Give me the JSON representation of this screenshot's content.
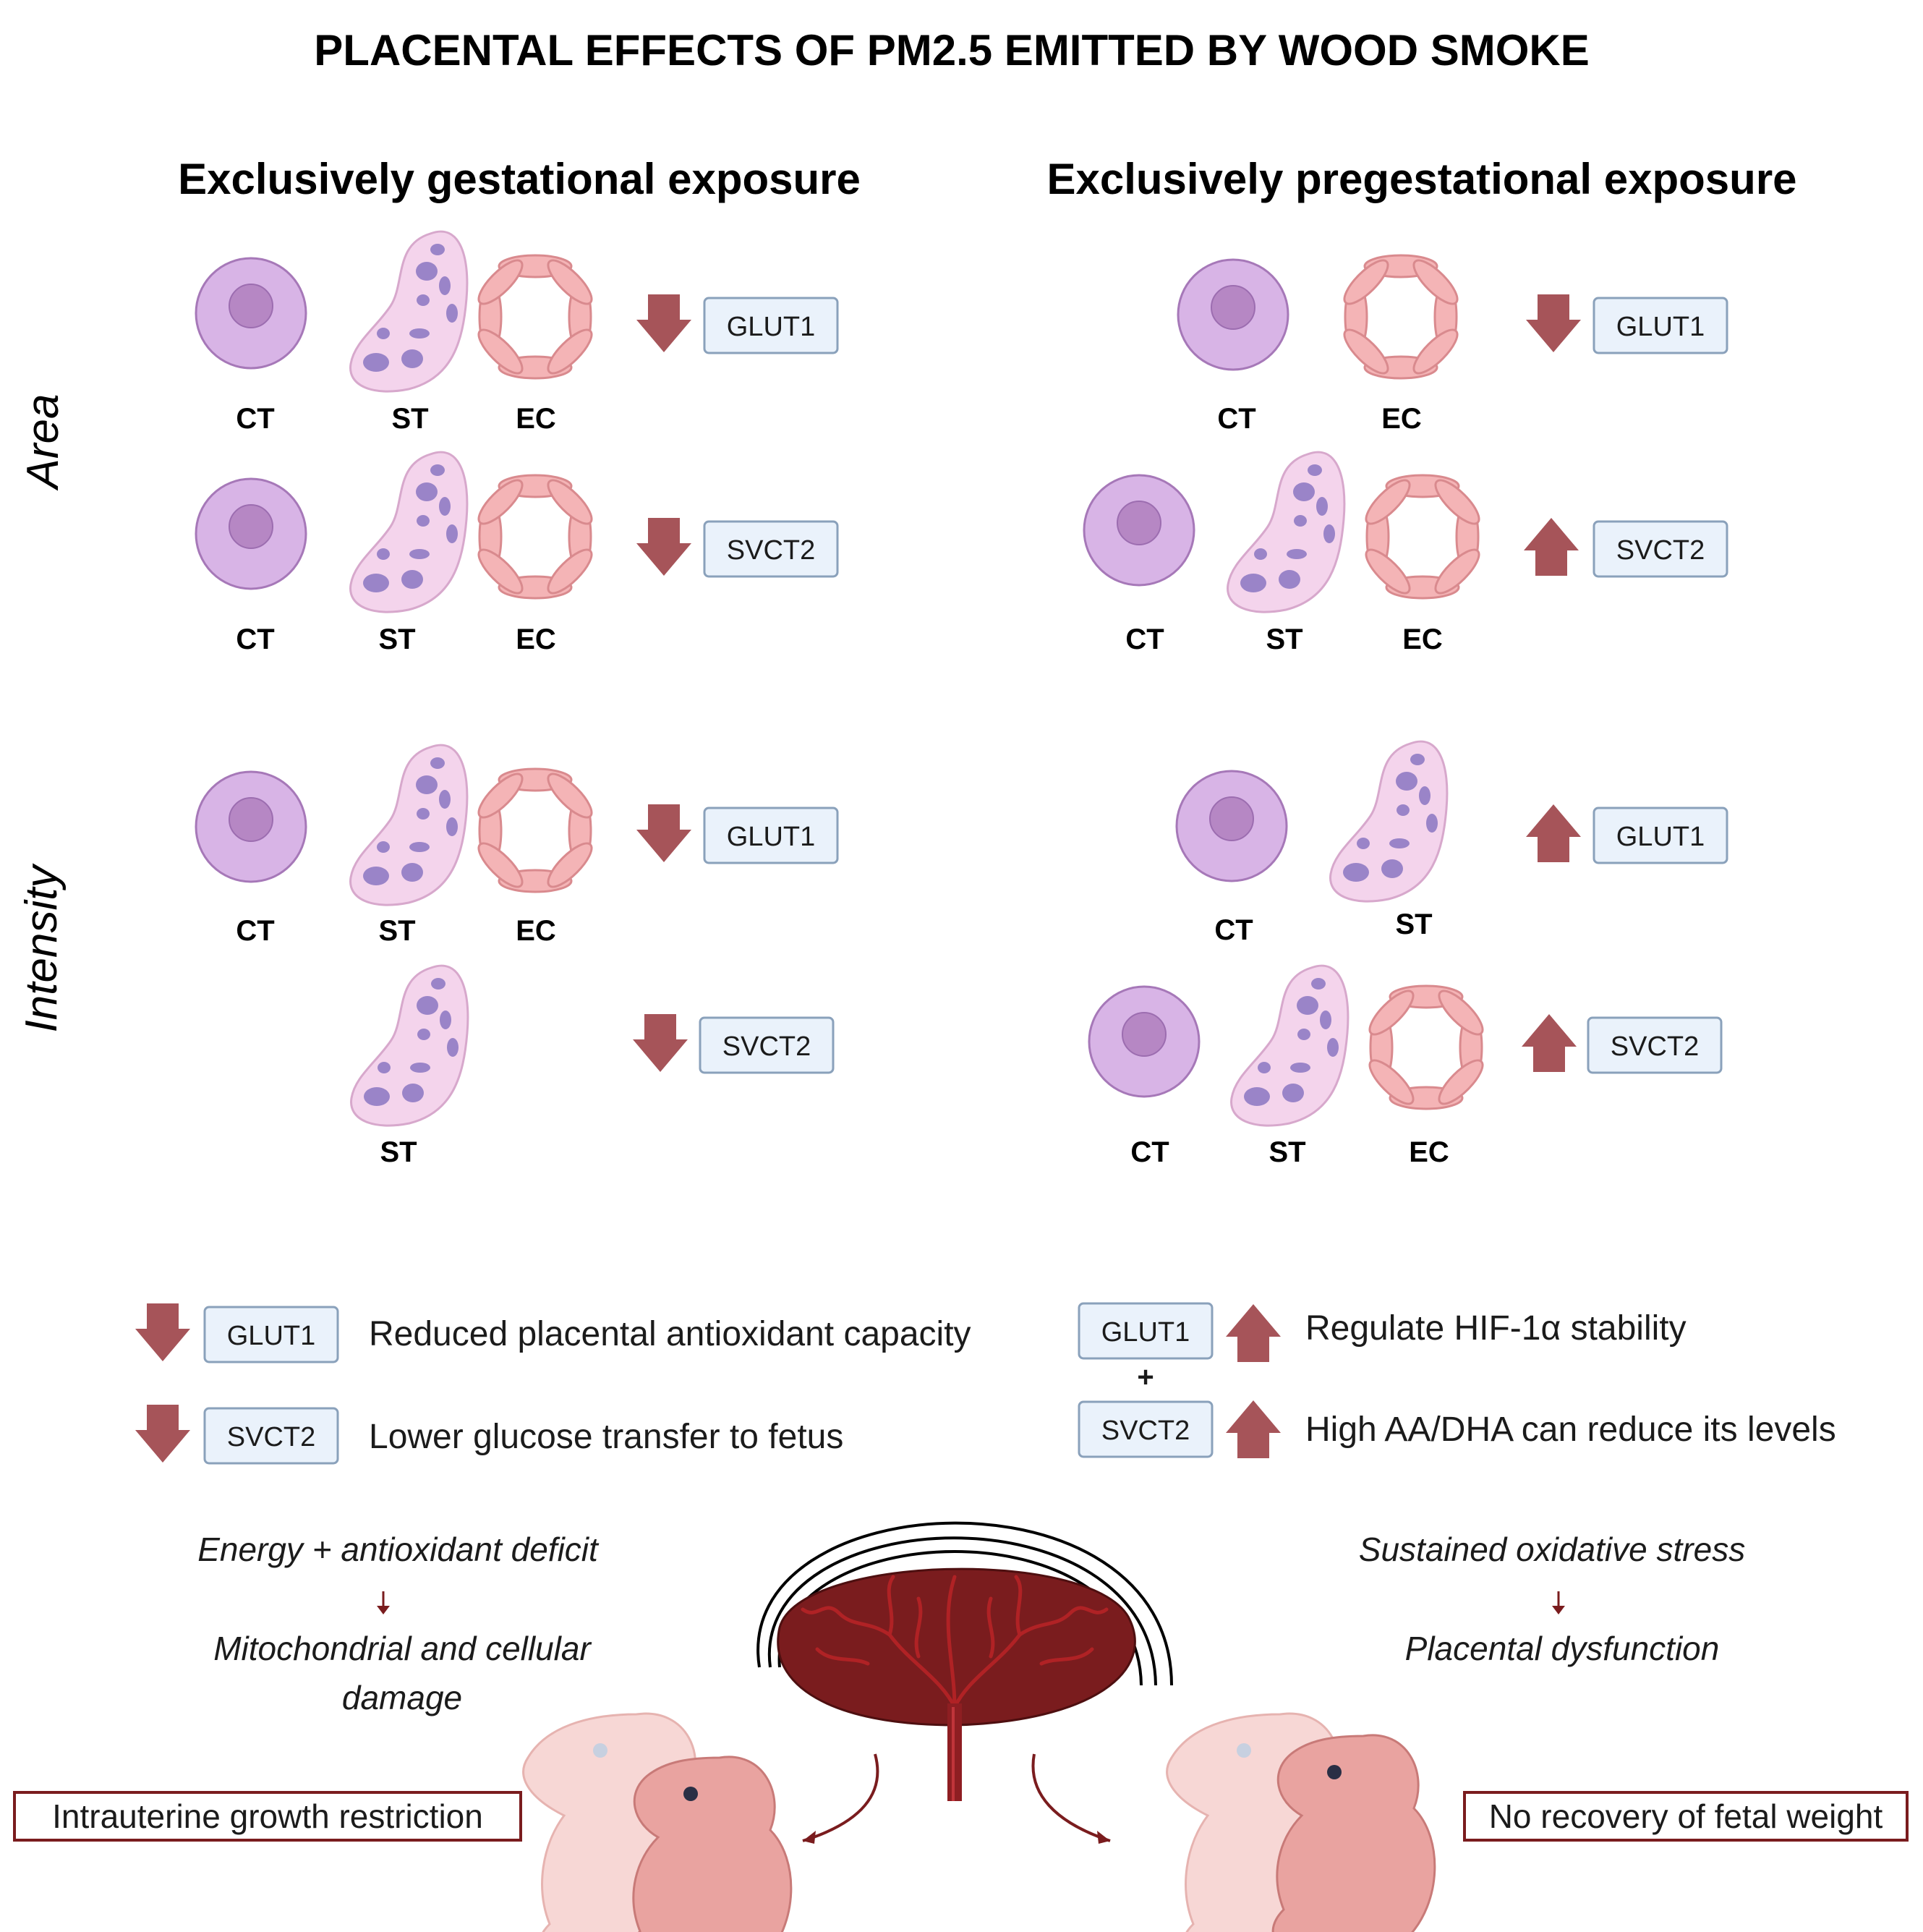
{
  "title": "PLACENTAL EFFECTS OF PM2.5 EMITTED BY WOOD SMOKE",
  "columns": {
    "gestational": "Exclusively gestational exposure",
    "pregestational": "Exclusively pregestational exposure"
  },
  "row_labels": {
    "area": "Area",
    "intensity": "Intensity"
  },
  "cell_types": {
    "ct": "CT",
    "st": "ST",
    "ec": "EC"
  },
  "markers": {
    "glut1": "GLUT1",
    "svct2": "SVCT2"
  },
  "panels": [
    {
      "column": "gestational",
      "row": "area",
      "marker": "GLUT1",
      "direction": "down",
      "cells": [
        "CT",
        "ST",
        "EC"
      ]
    },
    {
      "column": "gestational",
      "row": "area",
      "marker": "SVCT2",
      "direction": "down",
      "cells": [
        "CT",
        "ST",
        "EC"
      ]
    },
    {
      "column": "gestational",
      "row": "intensity",
      "marker": "GLUT1",
      "direction": "down",
      "cells": [
        "CT",
        "ST",
        "EC"
      ]
    },
    {
      "column": "gestational",
      "row": "intensity",
      "marker": "SVCT2",
      "direction": "down",
      "cells": [
        "ST"
      ]
    },
    {
      "column": "pregestational",
      "row": "area",
      "marker": "GLUT1",
      "direction": "down",
      "cells": [
        "CT",
        "EC"
      ]
    },
    {
      "column": "pregestational",
      "row": "area",
      "marker": "SVCT2",
      "direction": "up",
      "cells": [
        "CT",
        "ST",
        "EC"
      ]
    },
    {
      "column": "pregestational",
      "row": "intensity",
      "marker": "GLUT1",
      "direction": "up",
      "cells": [
        "CT",
        "ST"
      ]
    },
    {
      "column": "pregestational",
      "row": "intensity",
      "marker": "SVCT2",
      "direction": "up",
      "cells": [
        "CT",
        "ST",
        "EC"
      ]
    }
  ],
  "effects": {
    "left": {
      "glut1_text": "Reduced placental antioxidant capacity",
      "svct2_text": "Lower glucose transfer to fetus"
    },
    "right": {
      "plus": "+",
      "glut1_text": "Regulate HIF-1α stability",
      "svct2_text": "High AA/DHA can reduce its levels"
    }
  },
  "outcomes": {
    "left": {
      "line1": "Energy + antioxidant deficit",
      "line2": "Mitochondrial and cellular",
      "line3": "damage",
      "box": "Intrauterine growth restriction"
    },
    "right": {
      "line1": "Sustained oxidative stress",
      "line2": "Placental dysfunction",
      "box": "No recovery of fetal weight"
    }
  },
  "colors": {
    "arrow": "#a65459",
    "ct_fill": "#d8b4e6",
    "ct_nucleus": "#b687c4",
    "st_fill": "#f4d4ec",
    "st_nuclei": "#9a84c8",
    "ec_fill": "#f4b4b6",
    "marker_fill": "#eaf2fb",
    "marker_border": "#8aa1bb",
    "placenta": "#7a1c1e",
    "outcome_border": "#7a1c1e"
  }
}
